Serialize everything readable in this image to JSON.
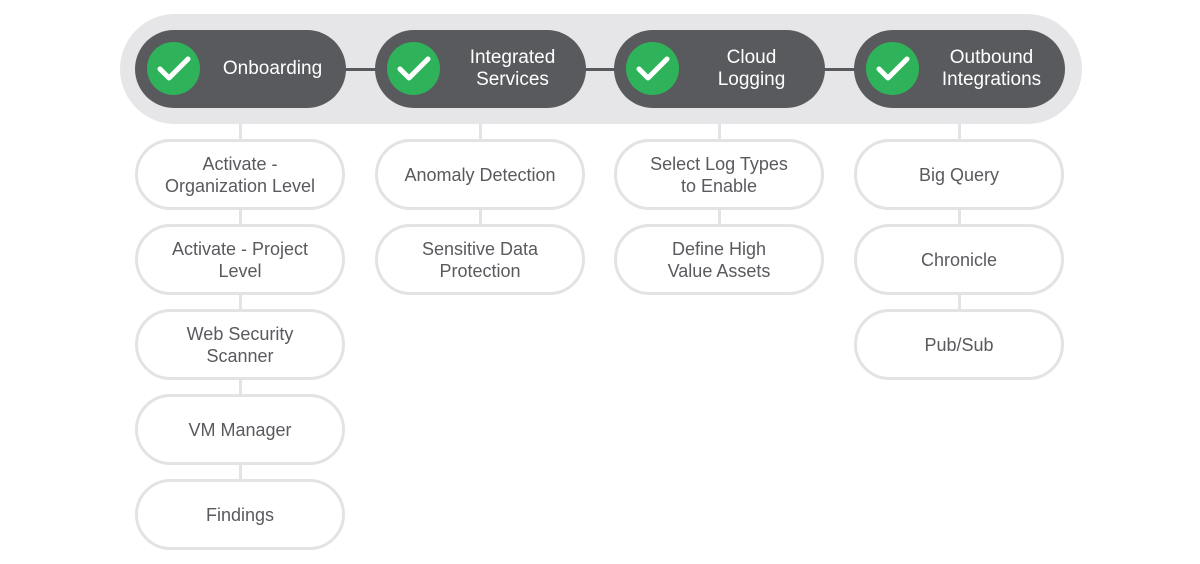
{
  "colors": {
    "band": "#e6e6e8",
    "stage_fill": "#595a5e",
    "check_fill": "#2fb35a",
    "task_border": "#e3e3e5",
    "task_text": "#595a5e",
    "stage_text": "#ffffff"
  },
  "icons": {
    "stage_check": "check-icon"
  },
  "stages": [
    {
      "label": "Onboarding"
    },
    {
      "label": "Integrated\nServices"
    },
    {
      "label": "Cloud\nLogging"
    },
    {
      "label": "Outbound\nIntegrations"
    }
  ],
  "columns": [
    {
      "tasks": [
        "Activate -\nOrganization Level",
        "Activate - Project\nLevel",
        "Web Security\nScanner",
        "VM Manager",
        "Findings"
      ]
    },
    {
      "tasks": [
        "Anomaly Detection",
        "Sensitive Data\nProtection"
      ]
    },
    {
      "tasks": [
        "Select Log Types\nto Enable",
        "Define High\nValue Assets"
      ]
    },
    {
      "tasks": [
        "Big Query",
        "Chronicle",
        "Pub/Sub"
      ]
    }
  ]
}
